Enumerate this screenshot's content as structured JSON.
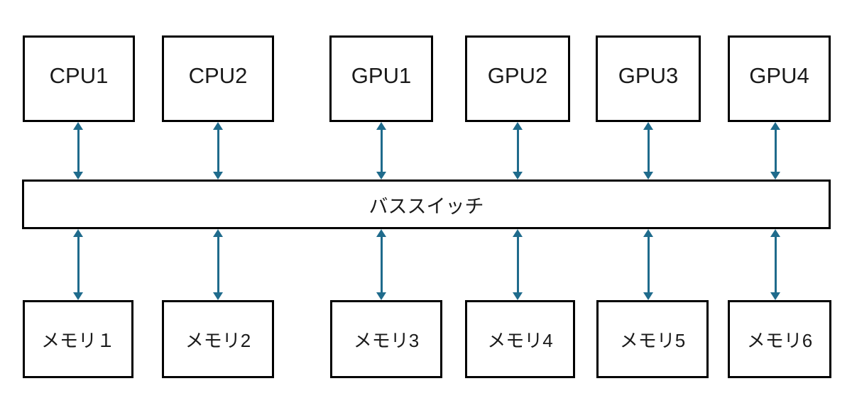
{
  "colors": {
    "accent": "#1F6B8C",
    "border": "#000000",
    "background": "#FFFFFF"
  },
  "bus": {
    "label": "バススイッチ"
  },
  "nodes": {
    "top": [
      {
        "label": "CPU1"
      },
      {
        "label": "CPU2"
      },
      {
        "label": "GPU1"
      },
      {
        "label": "GPU2"
      },
      {
        "label": "GPU3"
      },
      {
        "label": "GPU4"
      }
    ],
    "bottom": [
      {
        "label": "メモリ１"
      },
      {
        "label": "メモリ2"
      },
      {
        "label": "メモリ3"
      },
      {
        "label": "メモリ4"
      },
      {
        "label": "メモリ5"
      },
      {
        "label": "メモリ6"
      }
    ]
  },
  "links": [
    {
      "from": "CPU1",
      "to": "バススイッチ",
      "bidirectional": true
    },
    {
      "from": "CPU2",
      "to": "バススイッチ",
      "bidirectional": true
    },
    {
      "from": "GPU1",
      "to": "バススイッチ",
      "bidirectional": true
    },
    {
      "from": "GPU2",
      "to": "バススイッチ",
      "bidirectional": true
    },
    {
      "from": "GPU3",
      "to": "バススイッチ",
      "bidirectional": true
    },
    {
      "from": "GPU4",
      "to": "バススイッチ",
      "bidirectional": true
    },
    {
      "from": "バススイッチ",
      "to": "メモリ１",
      "bidirectional": true
    },
    {
      "from": "バススイッチ",
      "to": "メモリ2",
      "bidirectional": true
    },
    {
      "from": "バススイッチ",
      "to": "メモリ3",
      "bidirectional": true
    },
    {
      "from": "バススイッチ",
      "to": "メモリ4",
      "bidirectional": true
    },
    {
      "from": "バススイッチ",
      "to": "メモリ5",
      "bidirectional": true
    },
    {
      "from": "バススイッチ",
      "to": "メモリ6",
      "bidirectional": true
    }
  ]
}
